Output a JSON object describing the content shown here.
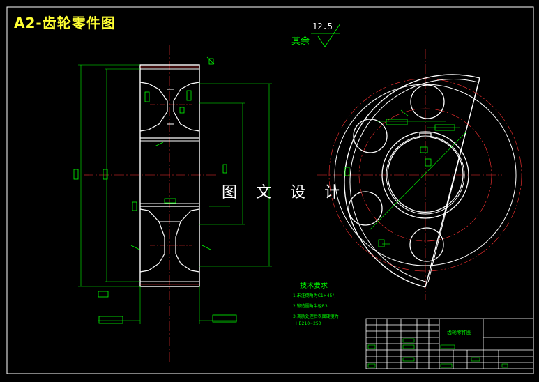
{
  "drawing": {
    "title": "A2-齿轮零件图",
    "watermark": "图 文 设 计",
    "roughness": {
      "value": "12.5",
      "rest_label": "其余"
    },
    "tech_requirements": {
      "title": "技术要求",
      "lines": [
        "1.未注倒角为C1×45°;",
        "2.锻造圆角半径R3;",
        "3.调质处理后表面硬度为",
        "HB210~250"
      ]
    },
    "title_block": {
      "part_name": "齿轮零件图"
    }
  },
  "colors": {
    "outline": "#ffffff",
    "dimension": "#00ff00",
    "centerline": "#ff3333",
    "frame": "#ffffff",
    "title": "#ffff33"
  }
}
